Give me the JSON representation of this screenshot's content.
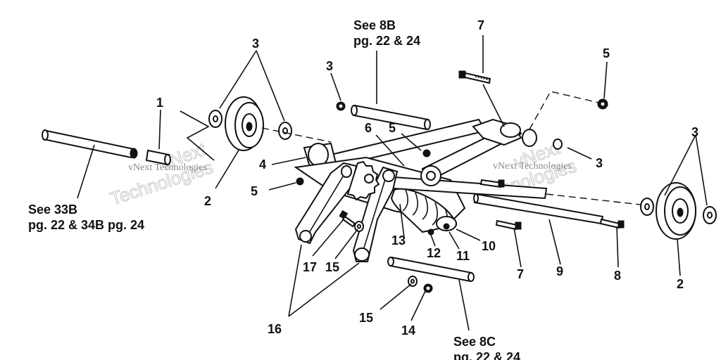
{
  "callouts": [
    {
      "id": "c1",
      "text": "1"
    },
    {
      "id": "c2a",
      "text": "2"
    },
    {
      "id": "c2b",
      "text": "2"
    },
    {
      "id": "c3a",
      "text": "3"
    },
    {
      "id": "c3b",
      "text": "3"
    },
    {
      "id": "c3c",
      "text": "3"
    },
    {
      "id": "c3d",
      "text": "3"
    },
    {
      "id": "c4",
      "text": "4"
    },
    {
      "id": "c5a",
      "text": "5"
    },
    {
      "id": "c5b",
      "text": "5"
    },
    {
      "id": "c5c",
      "text": "5"
    },
    {
      "id": "c6",
      "text": "6"
    },
    {
      "id": "c7a",
      "text": "7"
    },
    {
      "id": "c7b",
      "text": "7"
    },
    {
      "id": "c8",
      "text": "8"
    },
    {
      "id": "c9",
      "text": "9"
    },
    {
      "id": "c10",
      "text": "10"
    },
    {
      "id": "c11",
      "text": "11"
    },
    {
      "id": "c12",
      "text": "12"
    },
    {
      "id": "c13",
      "text": "13"
    },
    {
      "id": "c14",
      "text": "14"
    },
    {
      "id": "c15a",
      "text": "15"
    },
    {
      "id": "c15b",
      "text": "15"
    },
    {
      "id": "c16",
      "text": "16"
    },
    {
      "id": "c17",
      "text": "17"
    }
  ],
  "references": {
    "see_8b_line1": "See 8B",
    "see_8b_line2": "pg. 22 & 24",
    "see_33b_line1": "See 33B",
    "see_33b_line2": "pg. 22 & 34B pg. 24",
    "see_8c_line1": "See 8C",
    "see_8c_line2": "pg. 22 & 24"
  },
  "watermark": {
    "brand_small": "vNext Technologies",
    "brand_vnext": "vNext",
    "brand_tech": "Technologies"
  },
  "colors": {
    "ink": "#111111",
    "paper": "#ffffff",
    "watermark": "#c9c9c9"
  }
}
